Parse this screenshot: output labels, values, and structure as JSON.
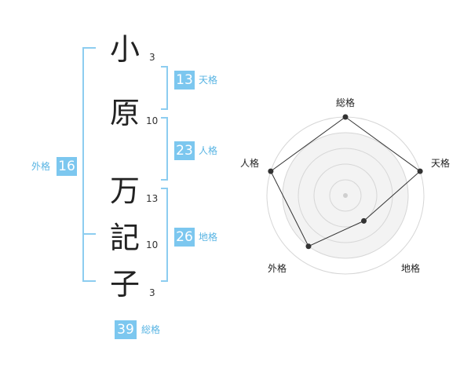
{
  "name": {
    "chars": [
      {
        "char": "小",
        "strokes": "3"
      },
      {
        "char": "原",
        "strokes": "10"
      },
      {
        "char": "万",
        "strokes": "13"
      },
      {
        "char": "記",
        "strokes": "10"
      },
      {
        "char": "子",
        "strokes": "3"
      }
    ]
  },
  "fortune": {
    "tenkaku": {
      "value": "13",
      "label": "天格"
    },
    "jinkaku": {
      "value": "23",
      "label": "人格"
    },
    "chikaku": {
      "value": "26",
      "label": "地格"
    },
    "gaikaku": {
      "value": "16",
      "label": "外格"
    },
    "soukaku": {
      "value": "39",
      "label": "総格"
    }
  },
  "colors": {
    "accent": "#7cc7ef",
    "label": "#58b4e3",
    "bracket": "#8dcdf0"
  },
  "chart_data": {
    "type": "radar",
    "axes": [
      "総格",
      "天格",
      "地格",
      "外格",
      "人格"
    ],
    "values": [
      5,
      5,
      2,
      4,
      5
    ],
    "max": 5,
    "levels": 5
  }
}
